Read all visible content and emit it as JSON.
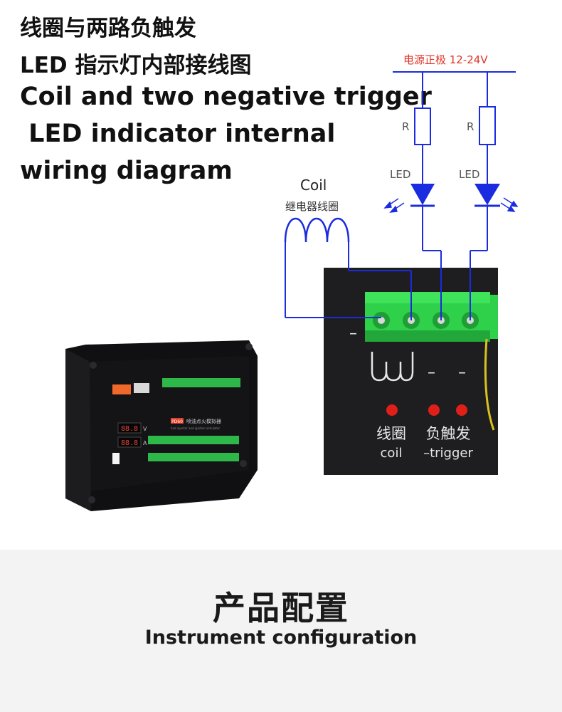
{
  "heading": {
    "cn_line1": "线圈与两路负触发",
    "cn_line2": "LED 指示灯内部接线图",
    "en_line1": "Coil and two negative trigger",
    "en_line2": " LED indicator internal",
    "en_line3": "wiring diagram"
  },
  "diagram": {
    "power_label": "电源正极 12-24V",
    "resistor_label": "R",
    "led_label": "LED",
    "coil_label": "Coil",
    "coil_cn_label": "继电器线圈",
    "board_coil_cn": "线圈",
    "board_coil_en": "coil",
    "board_trigger_cn": "负触发",
    "board_trigger_en": "–trigger",
    "board_dash": "–",
    "wire_color": "#1a2be0",
    "power_label_color": "#e0342a",
    "terminal_color": "#2fd04a",
    "board_color": "#1e1e20",
    "led_dot_color": "#e02018"
  },
  "product_box": {
    "badge": "PD60",
    "title_cn": "喷油点火模拟器",
    "title_en": "fuel injector and ignition simulator",
    "display_1": "88.8",
    "display_2": "88.8",
    "unit_v": "V",
    "unit_a": "A"
  },
  "section": {
    "title_cn": "产品配置",
    "title_en": "Instrument configuration"
  }
}
